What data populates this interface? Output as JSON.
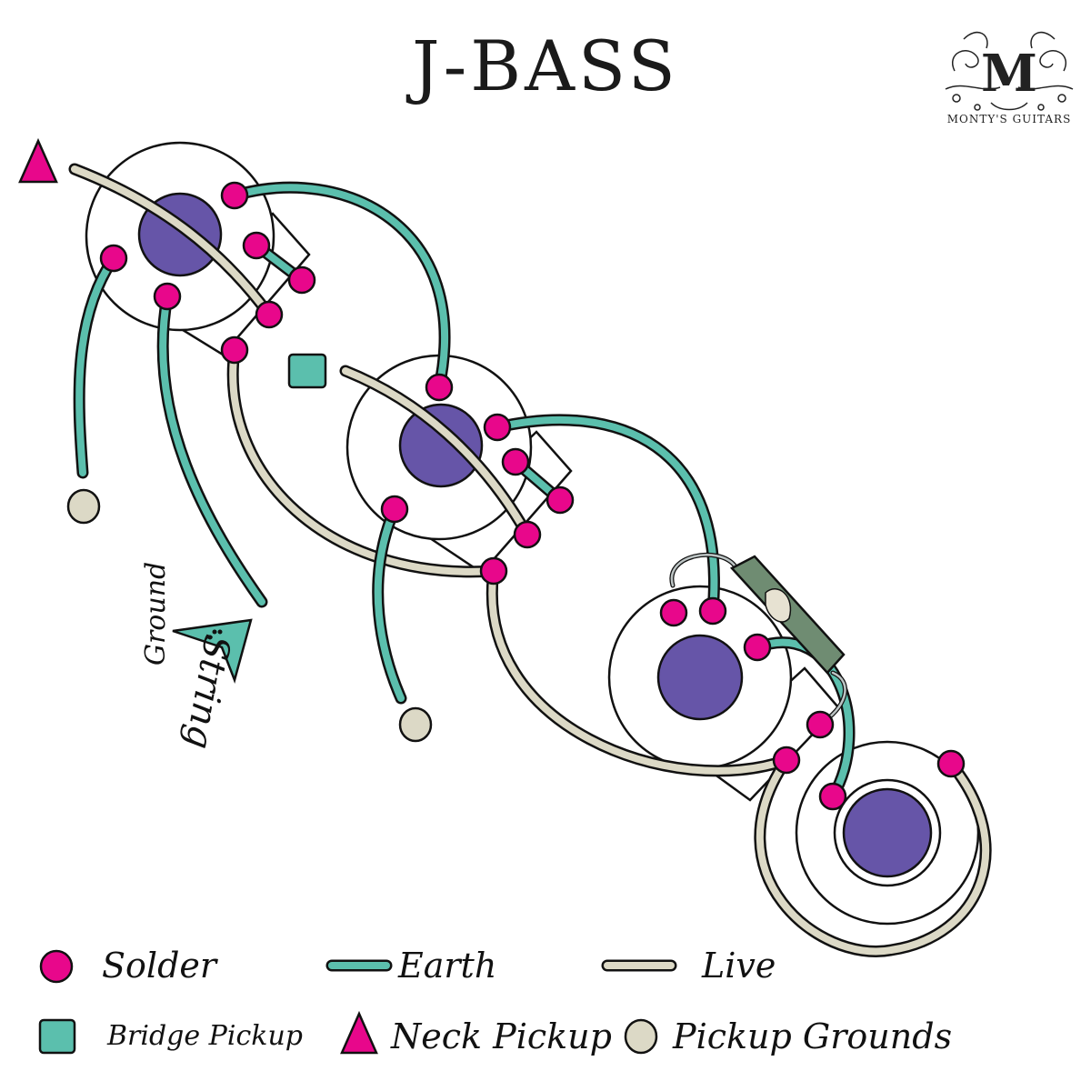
{
  "title": "J-BASS",
  "brand": {
    "name": "MONTY'S GUITARS",
    "monogram": "M"
  },
  "annotation": {
    "string_ground": "String Ground",
    "line1": "String",
    "line2": "Ground"
  },
  "legend": {
    "solder": "Solder",
    "earth": "Earth",
    "live": "Live",
    "bridge_pickup": "Bridge Pickup",
    "neck_pickup": "Neck Pickup",
    "pickup_grounds": "Pickup Grounds"
  },
  "colors": {
    "solder": "#e8078b",
    "earth": "#5bbfad",
    "live": "#dcd9c6",
    "pot_shaft": "#6655a8",
    "pickup_ground": "#dcd9c6",
    "capacitor": "#6f8c72",
    "outline": "#111111"
  }
}
